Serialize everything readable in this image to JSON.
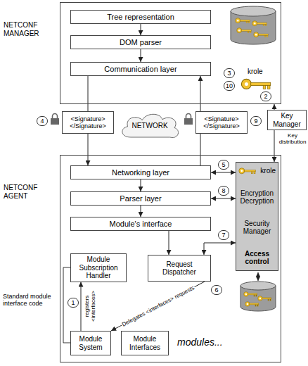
{
  "diagram": {
    "nodes": [
      {
        "text": [
          "NETCONF MANAGER"
        ]
      },
      {
        "text": [
          "Tree representation"
        ],
        "in": 0
      },
      {
        "text": [
          "DOM parser"
        ],
        "in": 0
      },
      {
        "text": [
          "Communication layer"
        ],
        "in": 0
      },
      {
        "text": [
          "Key Manager"
        ]
      },
      {
        "text": [
          "<Signature>",
          "</Signature>"
        ]
      },
      {
        "text": [
          "NETWORK"
        ]
      },
      {
        "text": [
          "<Signature>",
          "</Signature>"
        ]
      },
      {
        "text": [
          "NETCONF AGENT"
        ]
      },
      {
        "text": [
          "Networking layer"
        ],
        "in": 8
      },
      {
        "text": [
          "Parser layer"
        ],
        "in": 8
      },
      {
        "text": [
          "Module's interface"
        ],
        "in": 8
      },
      {
        "text": [
          "krole",
          "Encryption Decryption",
          "Security Manager",
          "Access control"
        ],
        "in": 8
      },
      {
        "text": [
          "Module Subscription Handler"
        ],
        "in": 8
      },
      {
        "text": [
          "Request Dispatcher"
        ],
        "in": 8
      },
      {
        "text": [
          "Module System"
        ],
        "in": 8
      },
      {
        "text": [
          "Module Interfaces"
        ],
        "in": 8
      }
    ],
    "edges": [
      {
        "from": 1,
        "to": 2,
        "arrow": "to"
      },
      {
        "from": 2,
        "to": 3,
        "arrow": "to"
      },
      {
        "from": 3,
        "to": 5,
        "arrow": "none"
      },
      {
        "from": 5,
        "to": 9,
        "arrow": "to"
      },
      {
        "from": 9,
        "to": 7,
        "arrow": "none"
      },
      {
        "from": 7,
        "to": 3,
        "arrow": "to"
      },
      {
        "from": 4,
        "to": 0,
        "arrow": "to"
      },
      {
        "from": 4,
        "to": 12,
        "arrow": "to",
        "label": "Key distribution"
      },
      {
        "from": 9,
        "to": 12,
        "arrow": "both"
      },
      {
        "from": 10,
        "to": 12,
        "arrow": "both"
      },
      {
        "from": 9,
        "to": 10,
        "arrow": "to"
      },
      {
        "from": 10,
        "to": 11,
        "arrow": "to"
      },
      {
        "from": 11,
        "to": 14,
        "arrow": "to"
      },
      {
        "from": 14,
        "to": 12,
        "arrow": "both"
      },
      {
        "from": 15,
        "to": 13,
        "arrow": "to",
        "label": "registers <interfaces>"
      },
      {
        "from": 14,
        "to": 15,
        "arrow": "to",
        "label": "Delegates <interfaces> requests"
      }
    ],
    "labels": [
      "krole",
      "3",
      "10",
      "2",
      "4",
      "9",
      "5",
      "8",
      "7",
      "1",
      "6",
      "Standard module interface code",
      "modules..."
    ]
  }
}
